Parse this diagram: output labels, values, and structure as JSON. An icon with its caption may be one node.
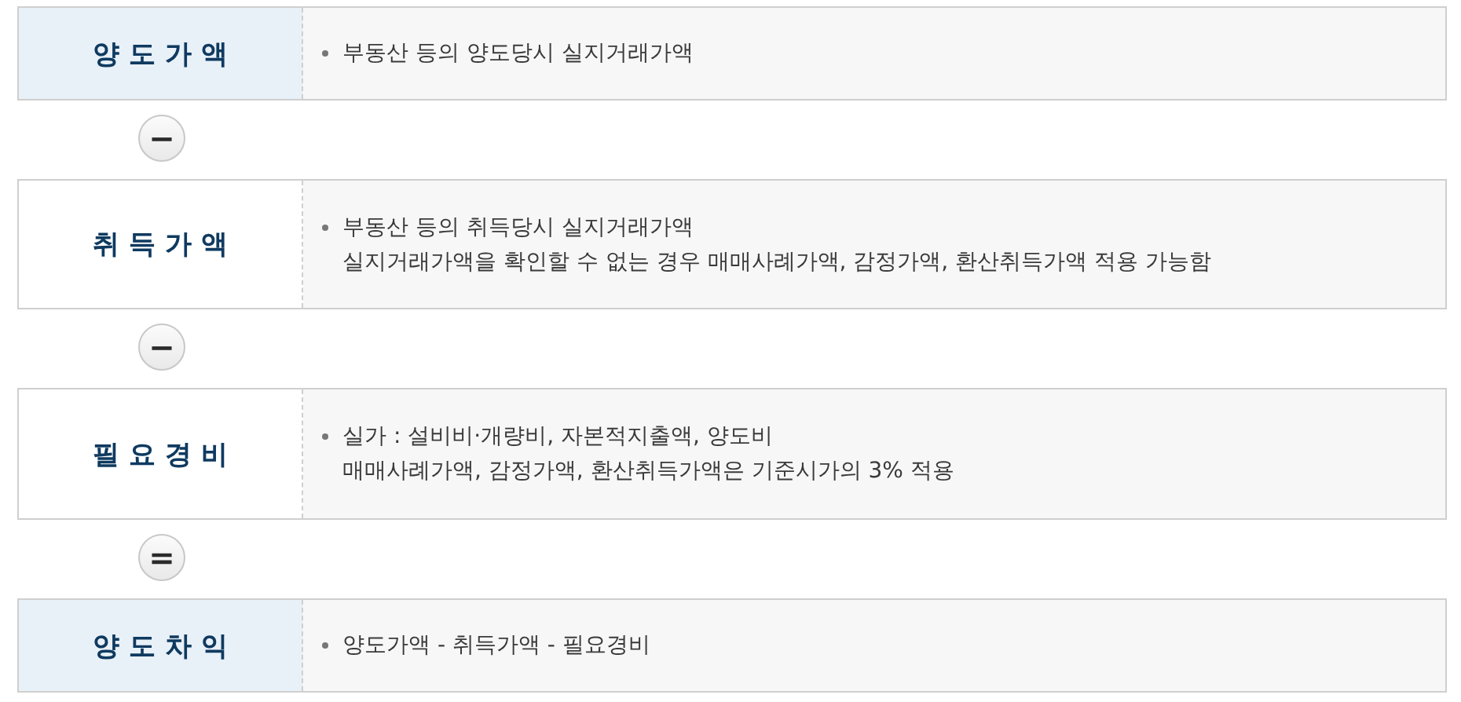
{
  "diagram": {
    "nodes": [
      {
        "text": [
          "양 도 가 액",
          "부동산 등의 양도당시 실지거래가액"
        ]
      },
      {
        "text": [
          "−"
        ]
      },
      {
        "text": [
          "취 득 가 액",
          "부동산 등의 취득당시 실지거래가액",
          "실지거래가액을 확인할 수 없는 경우 매매사례가액, 감정가액, 환산취득가액 적용 가능함"
        ]
      },
      {
        "text": [
          "−"
        ]
      },
      {
        "text": [
          "필 요 경 비",
          "실가 : 설비비·개량비, 자본적지출액, 양도비",
          "매매사례가액, 감정가액, 환산취득가액은 기준시가의 3% 적용"
        ]
      },
      {
        "text": [
          "="
        ]
      },
      {
        "text": [
          "양 도 차 익",
          "양도가액 - 취득가액 - 필요경비"
        ]
      }
    ]
  }
}
